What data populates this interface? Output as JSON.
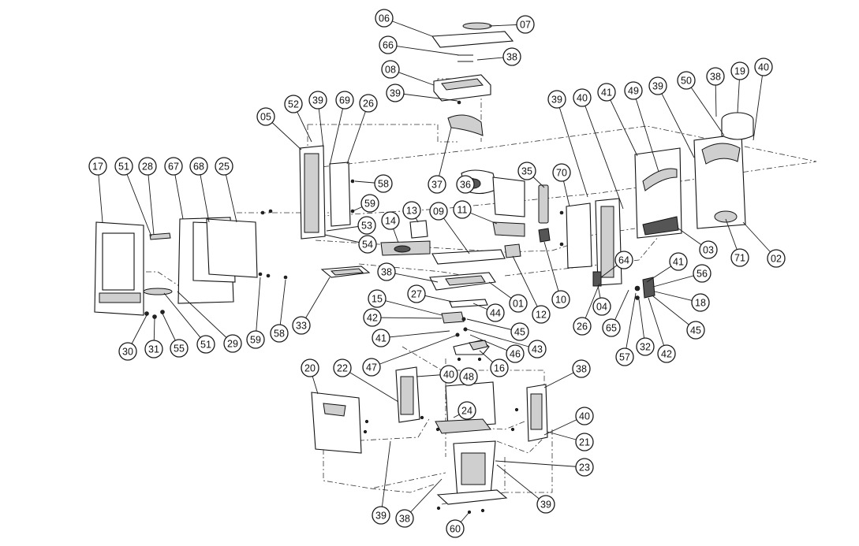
{
  "callouts": [
    {
      "label": "06"
    },
    {
      "label": "07"
    },
    {
      "label": "66"
    },
    {
      "label": "38"
    },
    {
      "label": "08"
    },
    {
      "label": "39"
    },
    {
      "label": "52"
    },
    {
      "label": "39"
    },
    {
      "label": "69"
    },
    {
      "label": "26"
    },
    {
      "label": "05"
    },
    {
      "label": "17"
    },
    {
      "label": "51"
    },
    {
      "label": "28"
    },
    {
      "label": "67"
    },
    {
      "label": "68"
    },
    {
      "label": "25"
    },
    {
      "label": "58"
    },
    {
      "label": "59"
    },
    {
      "label": "53"
    },
    {
      "label": "54"
    },
    {
      "label": "37"
    },
    {
      "label": "36"
    },
    {
      "label": "35"
    },
    {
      "label": "70"
    },
    {
      "label": "14"
    },
    {
      "label": "13"
    },
    {
      "label": "09"
    },
    {
      "label": "11"
    },
    {
      "label": "39"
    },
    {
      "label": "40"
    },
    {
      "label": "41"
    },
    {
      "label": "49"
    },
    {
      "label": "39"
    },
    {
      "label": "50"
    },
    {
      "label": "38"
    },
    {
      "label": "19"
    },
    {
      "label": "40"
    },
    {
      "label": "03"
    },
    {
      "label": "71"
    },
    {
      "label": "02"
    },
    {
      "label": "33"
    },
    {
      "label": "38"
    },
    {
      "label": "27"
    },
    {
      "label": "15"
    },
    {
      "label": "42"
    },
    {
      "label": "41"
    },
    {
      "label": "47"
    },
    {
      "label": "44"
    },
    {
      "label": "45"
    },
    {
      "label": "43"
    },
    {
      "label": "46"
    },
    {
      "label": "16"
    },
    {
      "label": "01"
    },
    {
      "label": "12"
    },
    {
      "label": "10"
    },
    {
      "label": "26"
    },
    {
      "label": "04"
    },
    {
      "label": "64"
    },
    {
      "label": "41"
    },
    {
      "label": "56"
    },
    {
      "label": "18"
    },
    {
      "label": "45"
    },
    {
      "label": "65"
    },
    {
      "label": "57"
    },
    {
      "label": "32"
    },
    {
      "label": "42"
    },
    {
      "label": "30"
    },
    {
      "label": "31"
    },
    {
      "label": "55"
    },
    {
      "label": "51"
    },
    {
      "label": "29"
    },
    {
      "label": "59"
    },
    {
      "label": "58"
    },
    {
      "label": "20"
    },
    {
      "label": "22"
    },
    {
      "label": "40"
    },
    {
      "label": "48"
    },
    {
      "label": "38"
    },
    {
      "label": "24"
    },
    {
      "label": "40"
    },
    {
      "label": "21"
    },
    {
      "label": "23"
    },
    {
      "label": "39"
    },
    {
      "label": "39"
    },
    {
      "label": "38"
    },
    {
      "label": "60"
    }
  ]
}
